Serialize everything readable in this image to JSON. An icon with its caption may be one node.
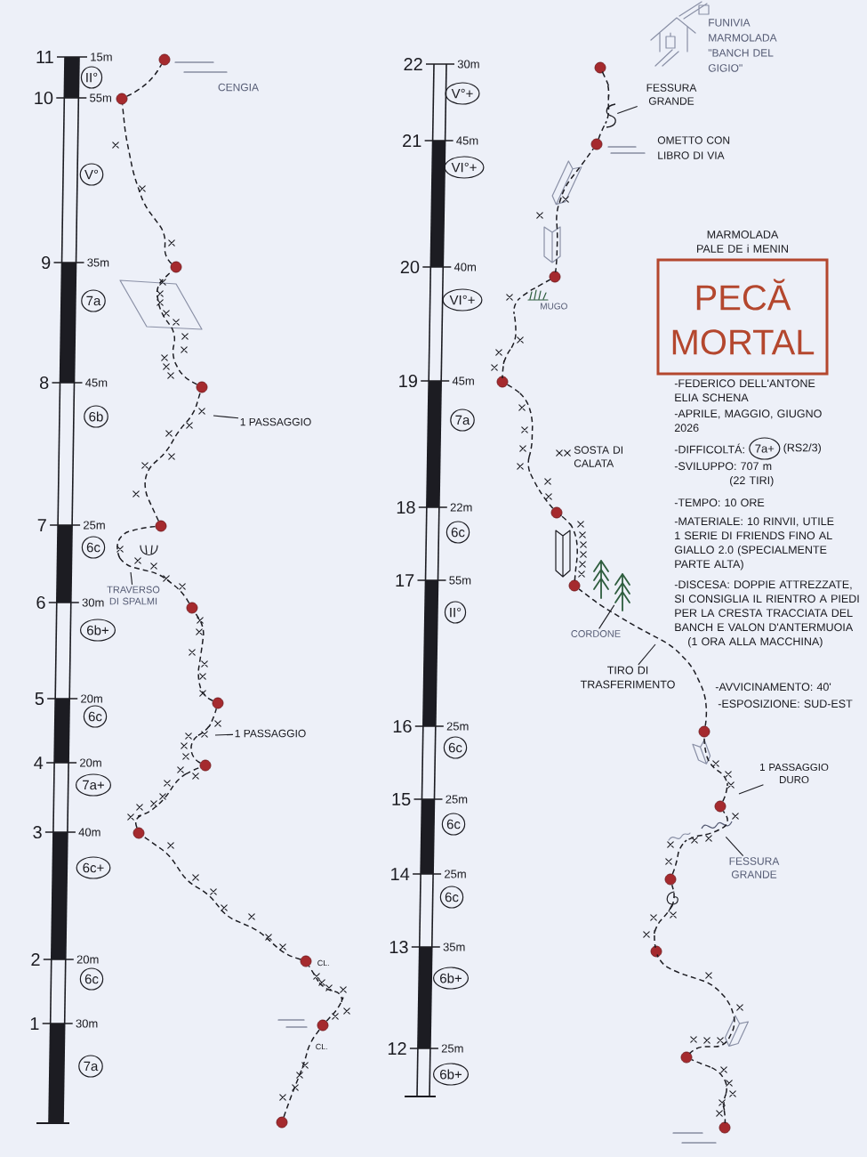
{
  "diagram": {
    "nodes": [
      {
        "text": [
          "MARMOLADA PALE DE i MENIN",
          "PECĂ MORTAL"
        ]
      },
      {
        "text": [
          "7a+"
        ]
      },
      {
        "text": [
          "II°"
        ]
      },
      {
        "text": [
          "V°"
        ]
      },
      {
        "text": [
          "7a"
        ]
      },
      {
        "text": [
          "6b"
        ]
      },
      {
        "text": [
          "6c"
        ]
      },
      {
        "text": [
          "6b+"
        ]
      },
      {
        "text": [
          "6c"
        ]
      },
      {
        "text": [
          "7a+"
        ]
      },
      {
        "text": [
          "6c+"
        ]
      },
      {
        "text": [
          "6c"
        ]
      },
      {
        "text": [
          "7a"
        ]
      },
      {
        "text": [
          "V°+"
        ]
      },
      {
        "text": [
          "VI°+"
        ]
      },
      {
        "text": [
          "VI°+"
        ]
      },
      {
        "text": [
          "7a"
        ]
      },
      {
        "text": [
          "6c"
        ]
      },
      {
        "text": [
          "II°"
        ]
      },
      {
        "text": [
          "6c"
        ]
      },
      {
        "text": [
          "6c"
        ]
      },
      {
        "text": [
          "6c"
        ]
      },
      {
        "text": [
          "6b+"
        ]
      },
      {
        "text": [
          "6b+"
        ]
      },
      {
        "text": [],
        "shape": "circle"
      },
      {
        "text": [],
        "shape": "circle",
        "beside": [
          "CL."
        ]
      },
      {
        "text": [],
        "shape": "circle",
        "beside": [
          "CL."
        ]
      },
      {
        "text": [],
        "shape": "circle"
      },
      {
        "text": [],
        "shape": "circle"
      },
      {
        "text": [],
        "shape": "circle"
      },
      {
        "text": [],
        "shape": "circle"
      },
      {
        "text": [],
        "shape": "circle"
      },
      {
        "text": [],
        "shape": "circle"
      },
      {
        "text": [],
        "shape": "circle"
      },
      {
        "text": [],
        "shape": "circle"
      },
      {
        "text": [],
        "shape": "circle"
      },
      {
        "text": [],
        "shape": "circle"
      },
      {
        "text": [],
        "shape": "circle"
      },
      {
        "text": [],
        "shape": "circle"
      },
      {
        "text": [],
        "shape": "circle"
      },
      {
        "text": [],
        "shape": "circle"
      },
      {
        "text": [],
        "shape": "circle"
      },
      {
        "text": [],
        "shape": "circle"
      },
      {
        "text": [],
        "shape": "circle"
      },
      {
        "text": [],
        "shape": "circle"
      },
      {
        "text": [],
        "shape": "circle"
      },
      {
        "text": [],
        "shape": "circle"
      },
      {
        "text": [],
        "shape": "circle"
      },
      {
        "text": [
          "1 PASSAGGIO"
        ]
      },
      {
        "text": [
          "TRAVERSO DI SPALMI"
        ]
      },
      {
        "text": [
          "1 PASSAGGIO"
        ]
      },
      {
        "text": [
          "FESSURA GRANDE"
        ]
      },
      {
        "text": [],
        "shape": "picture"
      },
      {
        "text": [
          "CORDONE"
        ]
      },
      {
        "text": [
          "TIRO DI TRASFERIMENTO"
        ]
      },
      {
        "text": [
          "1 PASSAGGIO DURO"
        ]
      },
      {
        "text": [
          "FESSURA GRANDE"
        ]
      },
      {
        "text": [],
        "shape": "picture"
      },
      {
        "text": [],
        "shape": "picture"
      }
    ],
    "edges": [
      {
        "from": 24,
        "to": 25,
        "arrow": "none",
        "style": "dashed"
      },
      {
        "from": 25,
        "to": 26,
        "arrow": "none",
        "style": "dashed"
      },
      {
        "from": 26,
        "to": 27,
        "arrow": "none",
        "style": "dashed"
      },
      {
        "from": 27,
        "to": 28,
        "arrow": "none",
        "style": "dashed"
      },
      {
        "from": 28,
        "to": 29,
        "arrow": "none",
        "style": "dashed"
      },
      {
        "from": 29,
        "to": 30,
        "arrow": "none",
        "style": "dashed"
      },
      {
        "from": 30,
        "to": 31,
        "arrow": "none",
        "style": "dashed"
      },
      {
        "from": 31,
        "to": 32,
        "arrow": "none",
        "style": "dashed"
      },
      {
        "from": 32,
        "to": 33,
        "arrow": "none",
        "style": "dashed"
      },
      {
        "from": 33,
        "to": 34,
        "arrow": "none",
        "style": "dashed"
      },
      {
        "from": 34,
        "to": 35,
        "arrow": "none",
        "style": "dashed"
      },
      {
        "from": 36,
        "to": 37,
        "arrow": "none",
        "style": "dashed"
      },
      {
        "from": 37,
        "to": 38,
        "arrow": "none",
        "style": "dashed"
      },
      {
        "from": 38,
        "to": 39,
        "arrow": "none",
        "style": "dashed"
      },
      {
        "from": 39,
        "to": 40,
        "arrow": "none",
        "style": "dashed"
      },
      {
        "from": 40,
        "to": 41,
        "arrow": "none",
        "style": "dashed"
      },
      {
        "from": 41,
        "to": 42,
        "arrow": "none",
        "style": "dashed"
      },
      {
        "from": 42,
        "to": 43,
        "arrow": "none",
        "style": "dashed"
      },
      {
        "from": 43,
        "to": 44,
        "arrow": "none",
        "style": "dashed"
      },
      {
        "from": 44,
        "to": 45,
        "arrow": "none",
        "style": "dashed"
      },
      {
        "from": 45,
        "to": 46,
        "arrow": "none",
        "style": "dashed"
      },
      {
        "from": 46,
        "to": 47,
        "arrow": "none",
        "style": "dashed"
      },
      {
        "from": 48,
        "to": null,
        "arrow": "none"
      },
      {
        "from": 49,
        "to": null,
        "arrow": "none"
      },
      {
        "from": 50,
        "to": null,
        "arrow": "none"
      },
      {
        "from": 51,
        "to": 52,
        "arrow": "none"
      },
      {
        "from": 53,
        "to": 58,
        "arrow": "none"
      },
      {
        "from": 54,
        "to": null,
        "arrow": "none"
      },
      {
        "from": 55,
        "to": null,
        "arrow": "none"
      },
      {
        "from": 56,
        "to": 57,
        "arrow": "none"
      }
    ],
    "labels": [
      "FUNIVIA MARMOLADA \"BANCH DEL GIGIO\"",
      "CENGIA",
      "OMETTO CON LIBRO DI VIA",
      "11",
      "15m",
      "10",
      "55m",
      "9",
      "35m",
      "8",
      "45m",
      "7",
      "25m",
      "6",
      "30m",
      "5",
      "20m",
      "4",
      "20m",
      "3",
      "40m",
      "2",
      "20m",
      "1",
      "30m",
      "22",
      "30m",
      "21",
      "45m",
      "20",
      "40m",
      "19",
      "45m",
      "18",
      "22m",
      "17",
      "55m",
      "16",
      "25m",
      "15",
      "25m",
      "14",
      "25m",
      "13",
      "35m",
      "12",
      "25m",
      "MUGO",
      "SOSTA DI CALATA",
      "-FEDERICO DELL'ANTONE ELIA SCHENA",
      "-APRILE, MAGGIO, GIUGNO 2026",
      "-DIFFICOLTÁ:",
      "(RS2/3)",
      "-SVILUPPO: 707 m (22 TIRI)",
      "-TEMPO: 10 ORE",
      "-MATERIALE: 10 RINVII, UTILE 1 SERIE DI FRIENDS FINO AL GIALLO 2.0 (SPECIALMENTE PARTE ALTA)",
      "-DISCESA: DOPPIE ATTREZZATE, SI CONSIGLIA IL RIENTRO A PIEDI PER LA CRESTA TRACCIATA DEL BANCH E VALON D'ANTERMUOIA (1 ORA ALLA MACCHINA)",
      "-AVVICINAMENTO: 40'",
      "-ESPOSIZIONE: SUD-EST"
    ]
  }
}
